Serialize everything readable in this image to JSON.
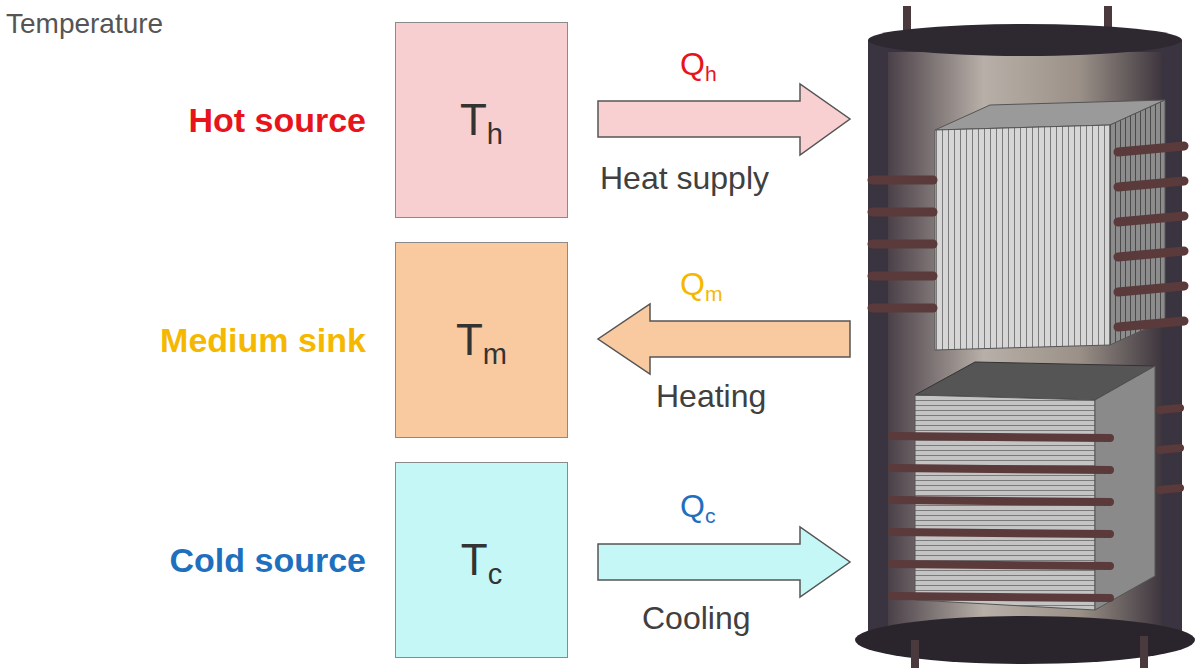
{
  "diagram": {
    "nodes": [
      {
        "text": [
          "Hot source",
          "Th"
        ]
      },
      {
        "text": [
          "Medium sink",
          "Tm"
        ]
      },
      {
        "text": [
          "Cold source",
          "Tc"
        ]
      }
    ],
    "labels": [
      "Temperature",
      "Qh",
      "Heat supply",
      "Qm",
      "Heating",
      "Qc",
      "Cooling"
    ]
  }
}
